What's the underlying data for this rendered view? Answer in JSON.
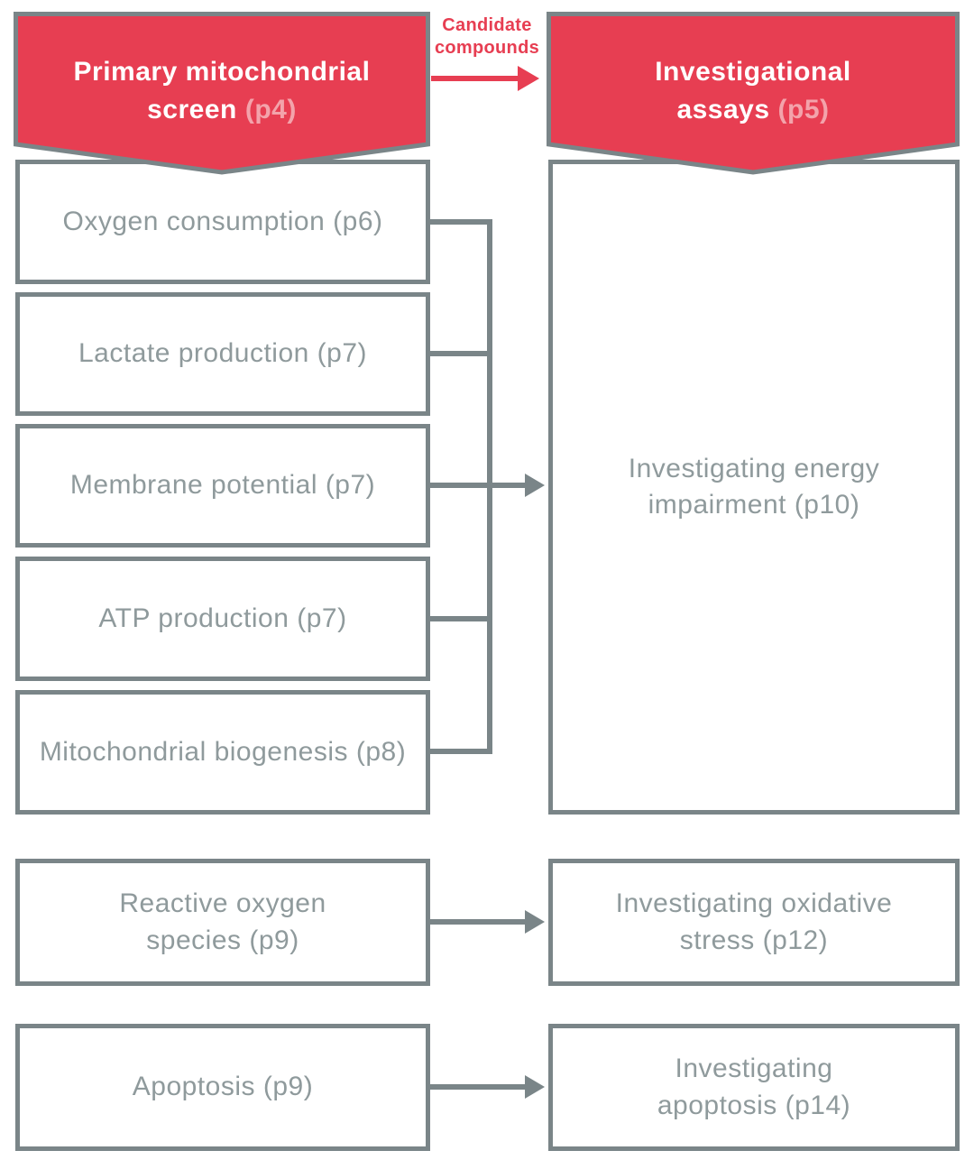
{
  "colors": {
    "red": "#e73e52",
    "pink": "#f3a3ab",
    "line": "#7a8588",
    "text": "#8f9a9c"
  },
  "banners": [
    {
      "line1": "Primary mitochondrial",
      "line2": "screen",
      "page": "(p4)"
    },
    {
      "line1": "Investigational",
      "line2": "assays",
      "page": "(p5)"
    }
  ],
  "flow_label": "Candidate\ncompounds",
  "screen_boxes": [
    {
      "label": "Oxygen consumption (p6)"
    },
    {
      "label": "Lactate production (p7)"
    },
    {
      "label": "Membrane potential (p7)"
    },
    {
      "label": "ATP production (p7)"
    },
    {
      "label": "Mitochondrial biogenesis (p8)"
    },
    {
      "label": "Reactive oxygen\nspecies (p9)"
    },
    {
      "label": "Apoptosis (p9)"
    }
  ],
  "assay_boxes": [
    {
      "label": "Investigating energy\nimpairment (p10)"
    },
    {
      "label": "Investigating oxidative\nstress (p12)"
    },
    {
      "label": "Investigating\napoptosis (p14)"
    }
  ]
}
